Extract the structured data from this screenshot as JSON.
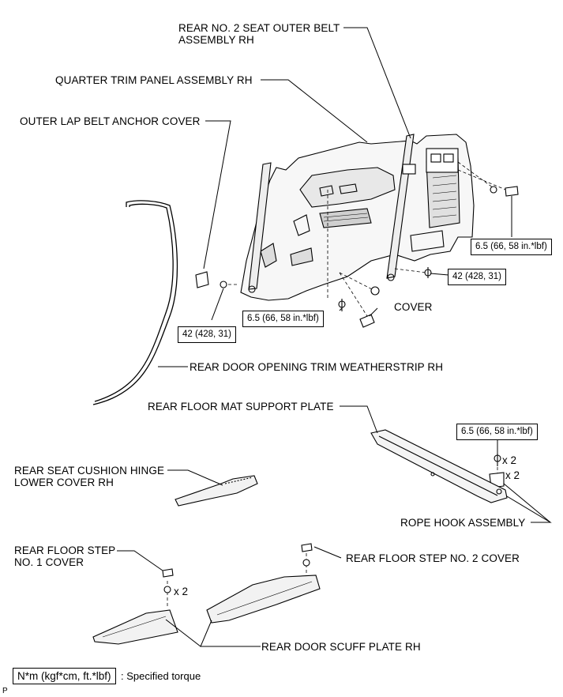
{
  "labels": {
    "seat_belt": "REAR NO. 2 SEAT OUTER BELT\nASSEMBLY RH",
    "quarter_trim": "QUARTER TRIM PANEL ASSEMBLY RH",
    "anchor_cover": "OUTER LAP BELT ANCHOR COVER",
    "cover": "COVER",
    "weatherstrip": "REAR DOOR OPENING TRIM WEATHERSTRIP RH",
    "mat_support": "REAR FLOOR MAT SUPPORT PLATE",
    "hinge_cover": "REAR SEAT CUSHION HINGE\nLOWER COVER RH",
    "rope_hook": "ROPE HOOK ASSEMBLY",
    "step1_cover": "REAR FLOOR STEP\nNO. 1 COVER",
    "step2_cover": "REAR FLOOR STEP NO. 2 COVER",
    "scuff_plate": "REAR DOOR SCUFF PLATE RH"
  },
  "torques": {
    "t_bolt_right_upper": "6.5 (66, 58 in.*lbf)",
    "t_bolt_right_mid": "42 (428, 31)",
    "t_bolt_center": "6.5 (66, 58 in.*lbf)",
    "t_bolt_left": "42 (428, 31)",
    "t_plate": "6.5 (66, 58 in.*lbf)"
  },
  "quantities": {
    "plate_bolts": "x 2",
    "rope_hooks": "x 2",
    "step_clips": "x 2"
  },
  "legend": {
    "unit": "N*m (kgf*cm, ft.*lbf)",
    "description": ": Specified torque"
  },
  "corner_code": "P"
}
